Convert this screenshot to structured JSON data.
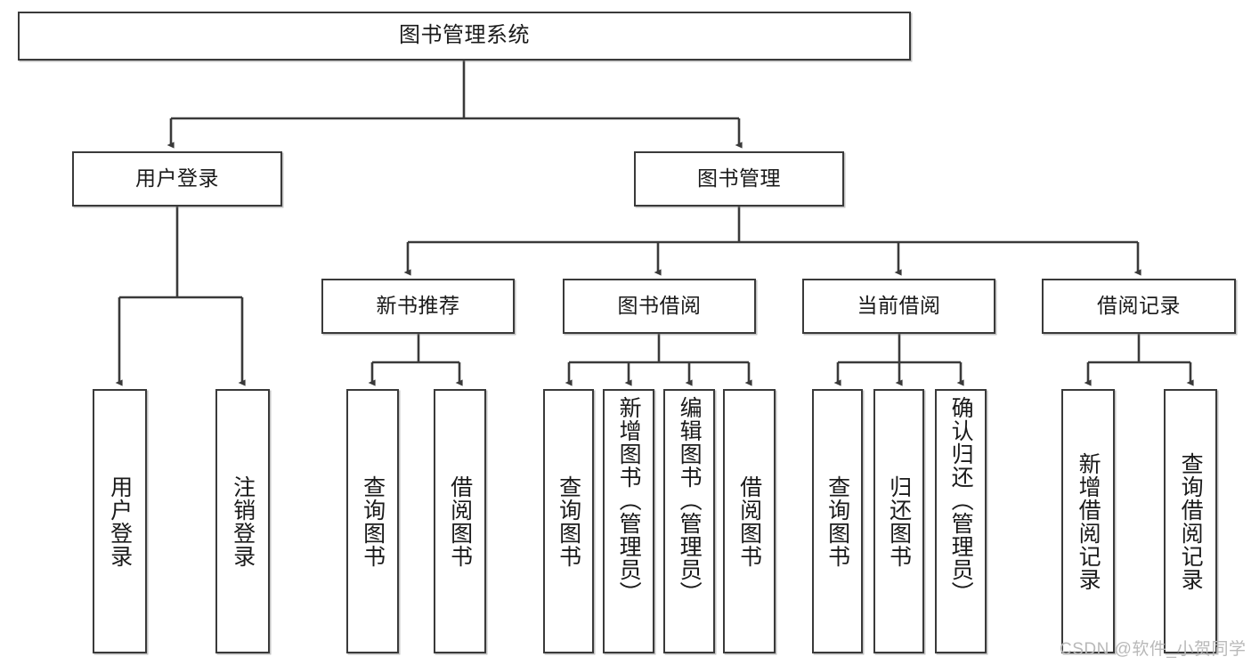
{
  "diagram": {
    "type": "tree",
    "title": "图书管理系统",
    "orientation": "top-down",
    "colors": {
      "box_border": "#3a3a3a",
      "box_fill": "#ffffff",
      "edge": "#3a3a3a",
      "text": "#1a1a1a",
      "watermark": "#b9b9b9"
    },
    "levels": [
      {
        "level": 0,
        "nodes": [
          {
            "id": "root",
            "label": "图书管理系统",
            "orientation": "horizontal"
          }
        ]
      },
      {
        "level": 1,
        "nodes": [
          {
            "id": "login",
            "label": "用户登录",
            "orientation": "horizontal",
            "parent": "root"
          },
          {
            "id": "bookmgmt",
            "label": "图书管理",
            "orientation": "horizontal",
            "parent": "root"
          }
        ]
      },
      {
        "level": 2,
        "nodes": [
          {
            "id": "newbook",
            "label": "新书推荐",
            "orientation": "horizontal",
            "parent": "bookmgmt"
          },
          {
            "id": "borrow",
            "label": "图书借阅",
            "orientation": "horizontal",
            "parent": "bookmgmt"
          },
          {
            "id": "current",
            "label": "当前借阅",
            "orientation": "horizontal",
            "parent": "bookmgmt"
          },
          {
            "id": "records",
            "label": "借阅记录",
            "orientation": "horizontal",
            "parent": "bookmgmt"
          }
        ]
      },
      {
        "level": 3,
        "nodes": [
          {
            "id": "leaf-login-1",
            "label": "用户登录",
            "orientation": "vertical",
            "parent": "login"
          },
          {
            "id": "leaf-login-2",
            "label": "注销登录",
            "orientation": "vertical",
            "parent": "login"
          },
          {
            "id": "leaf-newbook-1",
            "label": "查询图书",
            "orientation": "vertical",
            "parent": "newbook"
          },
          {
            "id": "leaf-newbook-2",
            "label": "借阅图书",
            "orientation": "vertical",
            "parent": "newbook"
          },
          {
            "id": "leaf-borrow-1",
            "label": "查询图书",
            "orientation": "vertical",
            "parent": "borrow"
          },
          {
            "id": "leaf-borrow-2",
            "label": "新增图书（管理员）",
            "orientation": "vertical",
            "parent": "borrow"
          },
          {
            "id": "leaf-borrow-3",
            "label": "编辑图书（管理员）",
            "orientation": "vertical",
            "parent": "borrow"
          },
          {
            "id": "leaf-borrow-4",
            "label": "借阅图书",
            "orientation": "vertical",
            "parent": "borrow"
          },
          {
            "id": "leaf-current-1",
            "label": "查询图书",
            "orientation": "vertical",
            "parent": "current"
          },
          {
            "id": "leaf-current-2",
            "label": "归还图书",
            "orientation": "vertical",
            "parent": "current"
          },
          {
            "id": "leaf-current-3",
            "label": "确认归还（管理员）",
            "orientation": "vertical",
            "parent": "current"
          },
          {
            "id": "leaf-records-1",
            "label": "新增借阅记录",
            "orientation": "vertical",
            "parent": "records"
          },
          {
            "id": "leaf-records-2",
            "label": "查询借阅记录",
            "orientation": "vertical",
            "parent": "records"
          }
        ]
      }
    ]
  },
  "watermark": {
    "text": "CSDN @软件_小贺同学"
  }
}
